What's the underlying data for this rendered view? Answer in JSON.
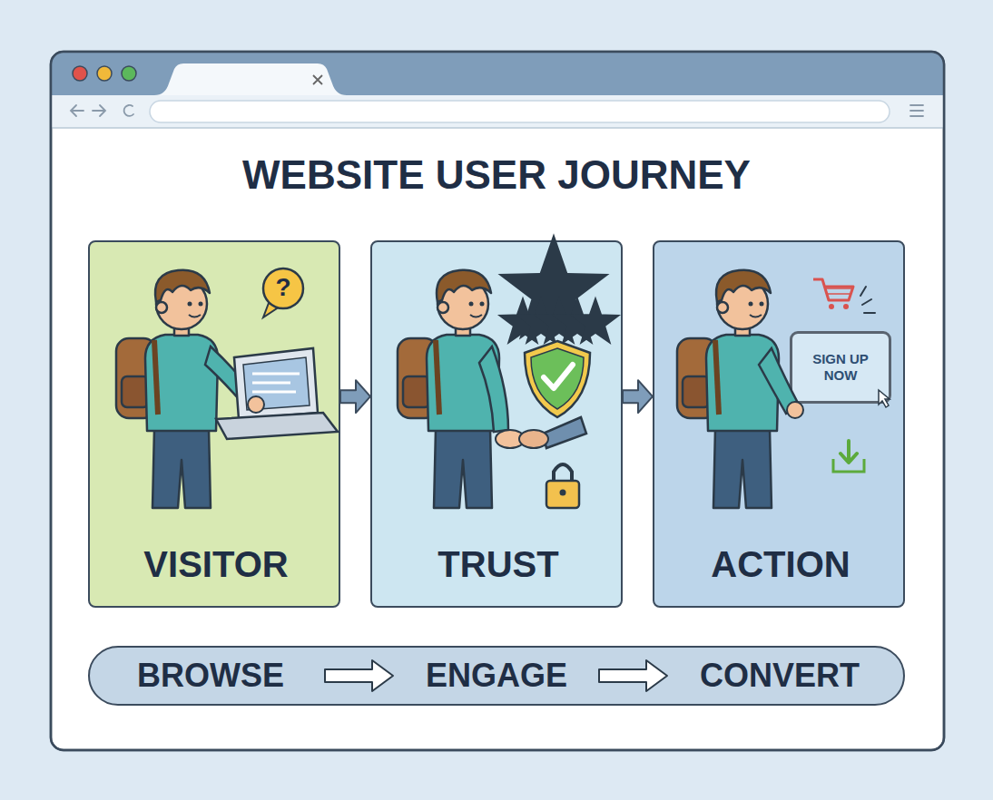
{
  "diagram": {
    "title": "WEBSITE USER JOURNEY",
    "nodes": [
      {
        "text": [
          "VISITOR"
        ]
      },
      {
        "text": [
          "TRUST"
        ]
      },
      {
        "text": [
          "ACTION"
        ]
      },
      {
        "text": [
          "SIGN UP NOW"
        ],
        "in": 2
      },
      {
        "text": [
          "BROWSE",
          "ENGAGE",
          "CONVERT"
        ]
      }
    ],
    "edges": [
      {
        "from": 0,
        "to": 1,
        "arrow": "to"
      },
      {
        "from": 1,
        "to": 2,
        "arrow": "to"
      }
    ],
    "labels": [
      "?"
    ]
  }
}
